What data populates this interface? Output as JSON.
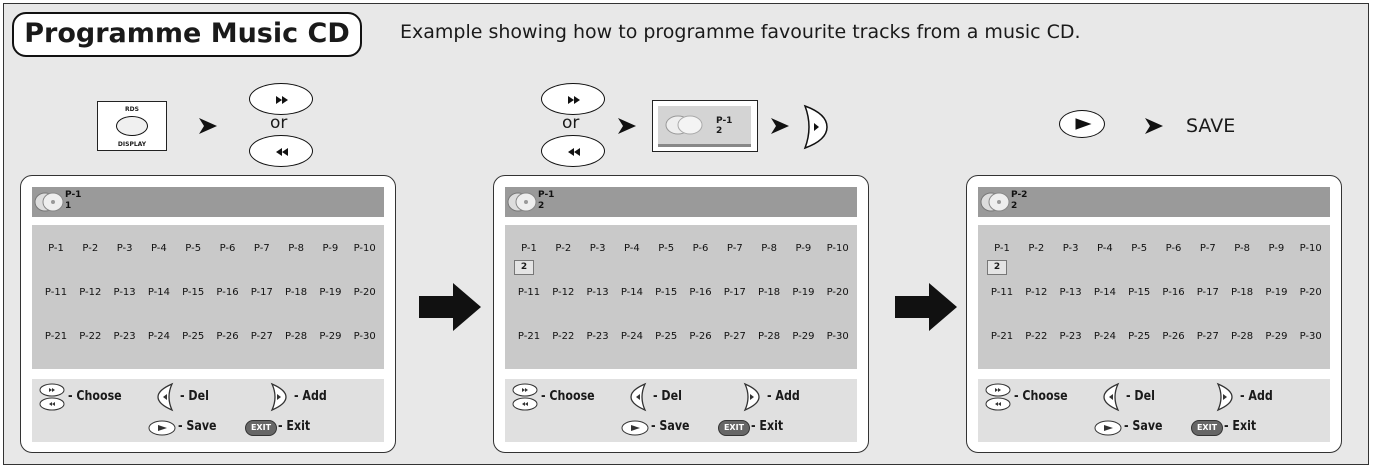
{
  "header": {
    "title": "Programme Music CD",
    "subtitle": "Example showing how to programme favourite tracks from a music CD."
  },
  "steps": {
    "step1": {
      "remote_key_top": "RDS",
      "remote_key_bottom": "DISPLAY",
      "or_text": "or",
      "button_icons": [
        "rds-display-key-icon",
        "fast-forward-button-icon",
        "rewind-button-icon"
      ]
    },
    "step2": {
      "or_text": "or",
      "mini_screen_line1": "P-1",
      "mini_screen_line2": "2",
      "button_icons": [
        "fast-forward-button-icon",
        "rewind-button-icon",
        "right-button-icon"
      ]
    },
    "step3": {
      "save_label": "SAVE",
      "button_icons": [
        "play-button-icon"
      ]
    }
  },
  "screens": [
    {
      "program_number": "P-1",
      "track": "1",
      "slots_row1": [
        "P-1",
        "P-2",
        "P-3",
        "P-4",
        "P-5",
        "P-6",
        "P-7",
        "P-8",
        "P-9",
        "P-10"
      ],
      "slots_row2": [
        "P-11",
        "P-12",
        "P-13",
        "P-14",
        "P-15",
        "P-16",
        "P-17",
        "P-18",
        "P-19",
        "P-20"
      ],
      "slots_row3": [
        "P-21",
        "P-22",
        "P-23",
        "P-24",
        "P-25",
        "P-26",
        "P-27",
        "P-28",
        "P-29",
        "P-30"
      ],
      "entry": "",
      "legend": {
        "choose": "- Choose",
        "del": "- Del",
        "add": "- Add",
        "save": "- Save",
        "exit": "- Exit",
        "exit_key": "EXIT"
      }
    },
    {
      "program_number": "P-1",
      "track": "2",
      "slots_row1": [
        "P-1",
        "P-2",
        "P-3",
        "P-4",
        "P-5",
        "P-6",
        "P-7",
        "P-8",
        "P-9",
        "P-10"
      ],
      "slots_row2": [
        "P-11",
        "P-12",
        "P-13",
        "P-14",
        "P-15",
        "P-16",
        "P-17",
        "P-18",
        "P-19",
        "P-20"
      ],
      "slots_row3": [
        "P-21",
        "P-22",
        "P-23",
        "P-24",
        "P-25",
        "P-26",
        "P-27",
        "P-28",
        "P-29",
        "P-30"
      ],
      "entry": "2",
      "legend": {
        "choose": "- Choose",
        "del": "- Del",
        "add": "- Add",
        "save": "- Save",
        "exit": "- Exit",
        "exit_key": "EXIT"
      }
    },
    {
      "program_number": "P-2",
      "track": "2",
      "slots_row1": [
        "P-1",
        "P-2",
        "P-3",
        "P-4",
        "P-5",
        "P-6",
        "P-7",
        "P-8",
        "P-9",
        "P-10"
      ],
      "slots_row2": [
        "P-11",
        "P-12",
        "P-13",
        "P-14",
        "P-15",
        "P-16",
        "P-17",
        "P-18",
        "P-19",
        "P-20"
      ],
      "slots_row3": [
        "P-21",
        "P-22",
        "P-23",
        "P-24",
        "P-25",
        "P-26",
        "P-27",
        "P-28",
        "P-29",
        "P-30"
      ],
      "entry": "2",
      "legend": {
        "choose": "- Choose",
        "del": "- Del",
        "add": "- Add",
        "save": "- Save",
        "exit": "- Exit",
        "exit_key": "EXIT"
      }
    }
  ],
  "colors": {
    "frame_bg": "#e8e8e8",
    "screen_bar": "#9a9a9a",
    "screen_grid": "#c9c9c9",
    "legend_bg": "#e0e0e0"
  }
}
